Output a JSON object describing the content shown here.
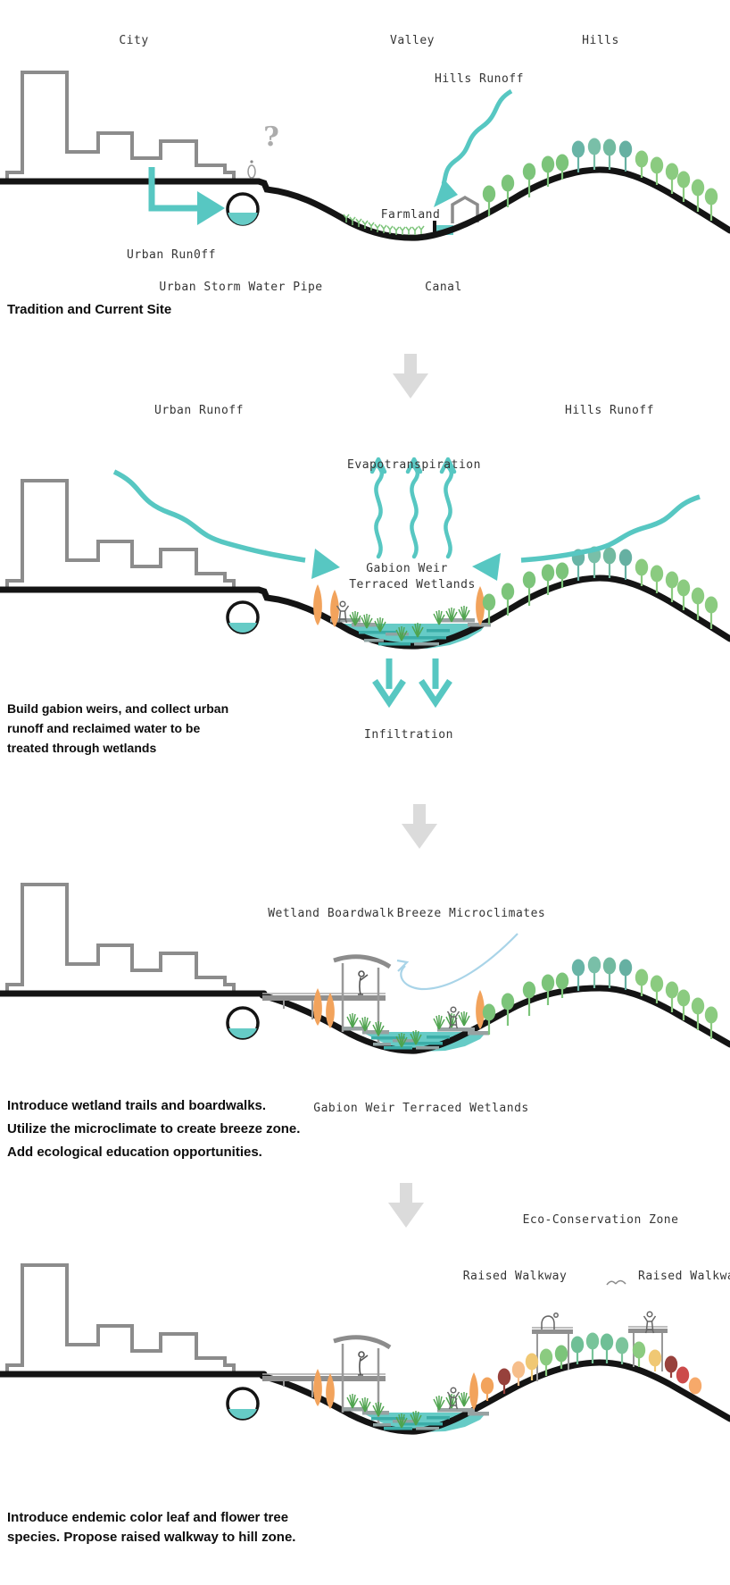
{
  "colors": {
    "accent_cyan": "#57C7C2",
    "breeze_blue": "#A9D4E8",
    "water_teal": "#66CBC6",
    "outline_gray": "#8C8C8C",
    "panel_arrow_gray": "#DBDBDB",
    "tree_green": "#7CC47A",
    "tree_teal": "#72BAA0",
    "cattail_orange": "#F2A35C",
    "autumn_yellow": "#F0C874",
    "autumn_maroon": "#97413C",
    "autumn_red": "#CC4B4B"
  },
  "panels": [
    {
      "name": "tradition-and-current-site",
      "labels": {
        "city": "City",
        "valley": "Valley",
        "hills": "Hills",
        "hills_runoff": "Hills Runoff",
        "farmland": "Farmland",
        "urban_runoff": "Urban Run0ff",
        "urban_storm_water_pipe": "Urban Storm Water Pipe",
        "canal": "Canal",
        "question_mark": "?"
      },
      "caption": "Tradition and Current Site"
    },
    {
      "name": "build-gabion-weirs",
      "labels": {
        "urban_runoff": "Urban Runoff",
        "hills_runoff": "Hills Runoff",
        "evapotranspiration": "Evapotranspiration",
        "gabion_weir": "Gabion Weir",
        "terraced_wetlands": "Terraced Wetlands",
        "infiltration": "Infiltration"
      },
      "caption_lines": [
        "Build gabion weirs, and collect urban",
        "runoff and reclaimed water to be",
        "treated through wetlands"
      ]
    },
    {
      "name": "wetland-boardwalk",
      "labels": {
        "wetland_boardwalk": "Wetland Boardwalk",
        "breeze_microclimates": "Breeze Microclimates",
        "gabion_weir_terraced_wetlands": "Gabion Weir Terraced Wetlands"
      },
      "caption_lines": [
        "Introduce wetland trails and boardwalks.",
        "Utilize the microclimate to create breeze zone.",
        "Add ecological education opportunities."
      ]
    },
    {
      "name": "eco-conservation-zone",
      "labels": {
        "eco_conservation_zone": "Eco-Conservation Zone",
        "raised_walkway_left": "Raised Walkway",
        "raised_walkway_right": "Raised Walkway"
      },
      "caption_lines": [
        "Introduce endemic color leaf and flower tree",
        "species. Propose raised walkway to hill zone."
      ]
    }
  ]
}
